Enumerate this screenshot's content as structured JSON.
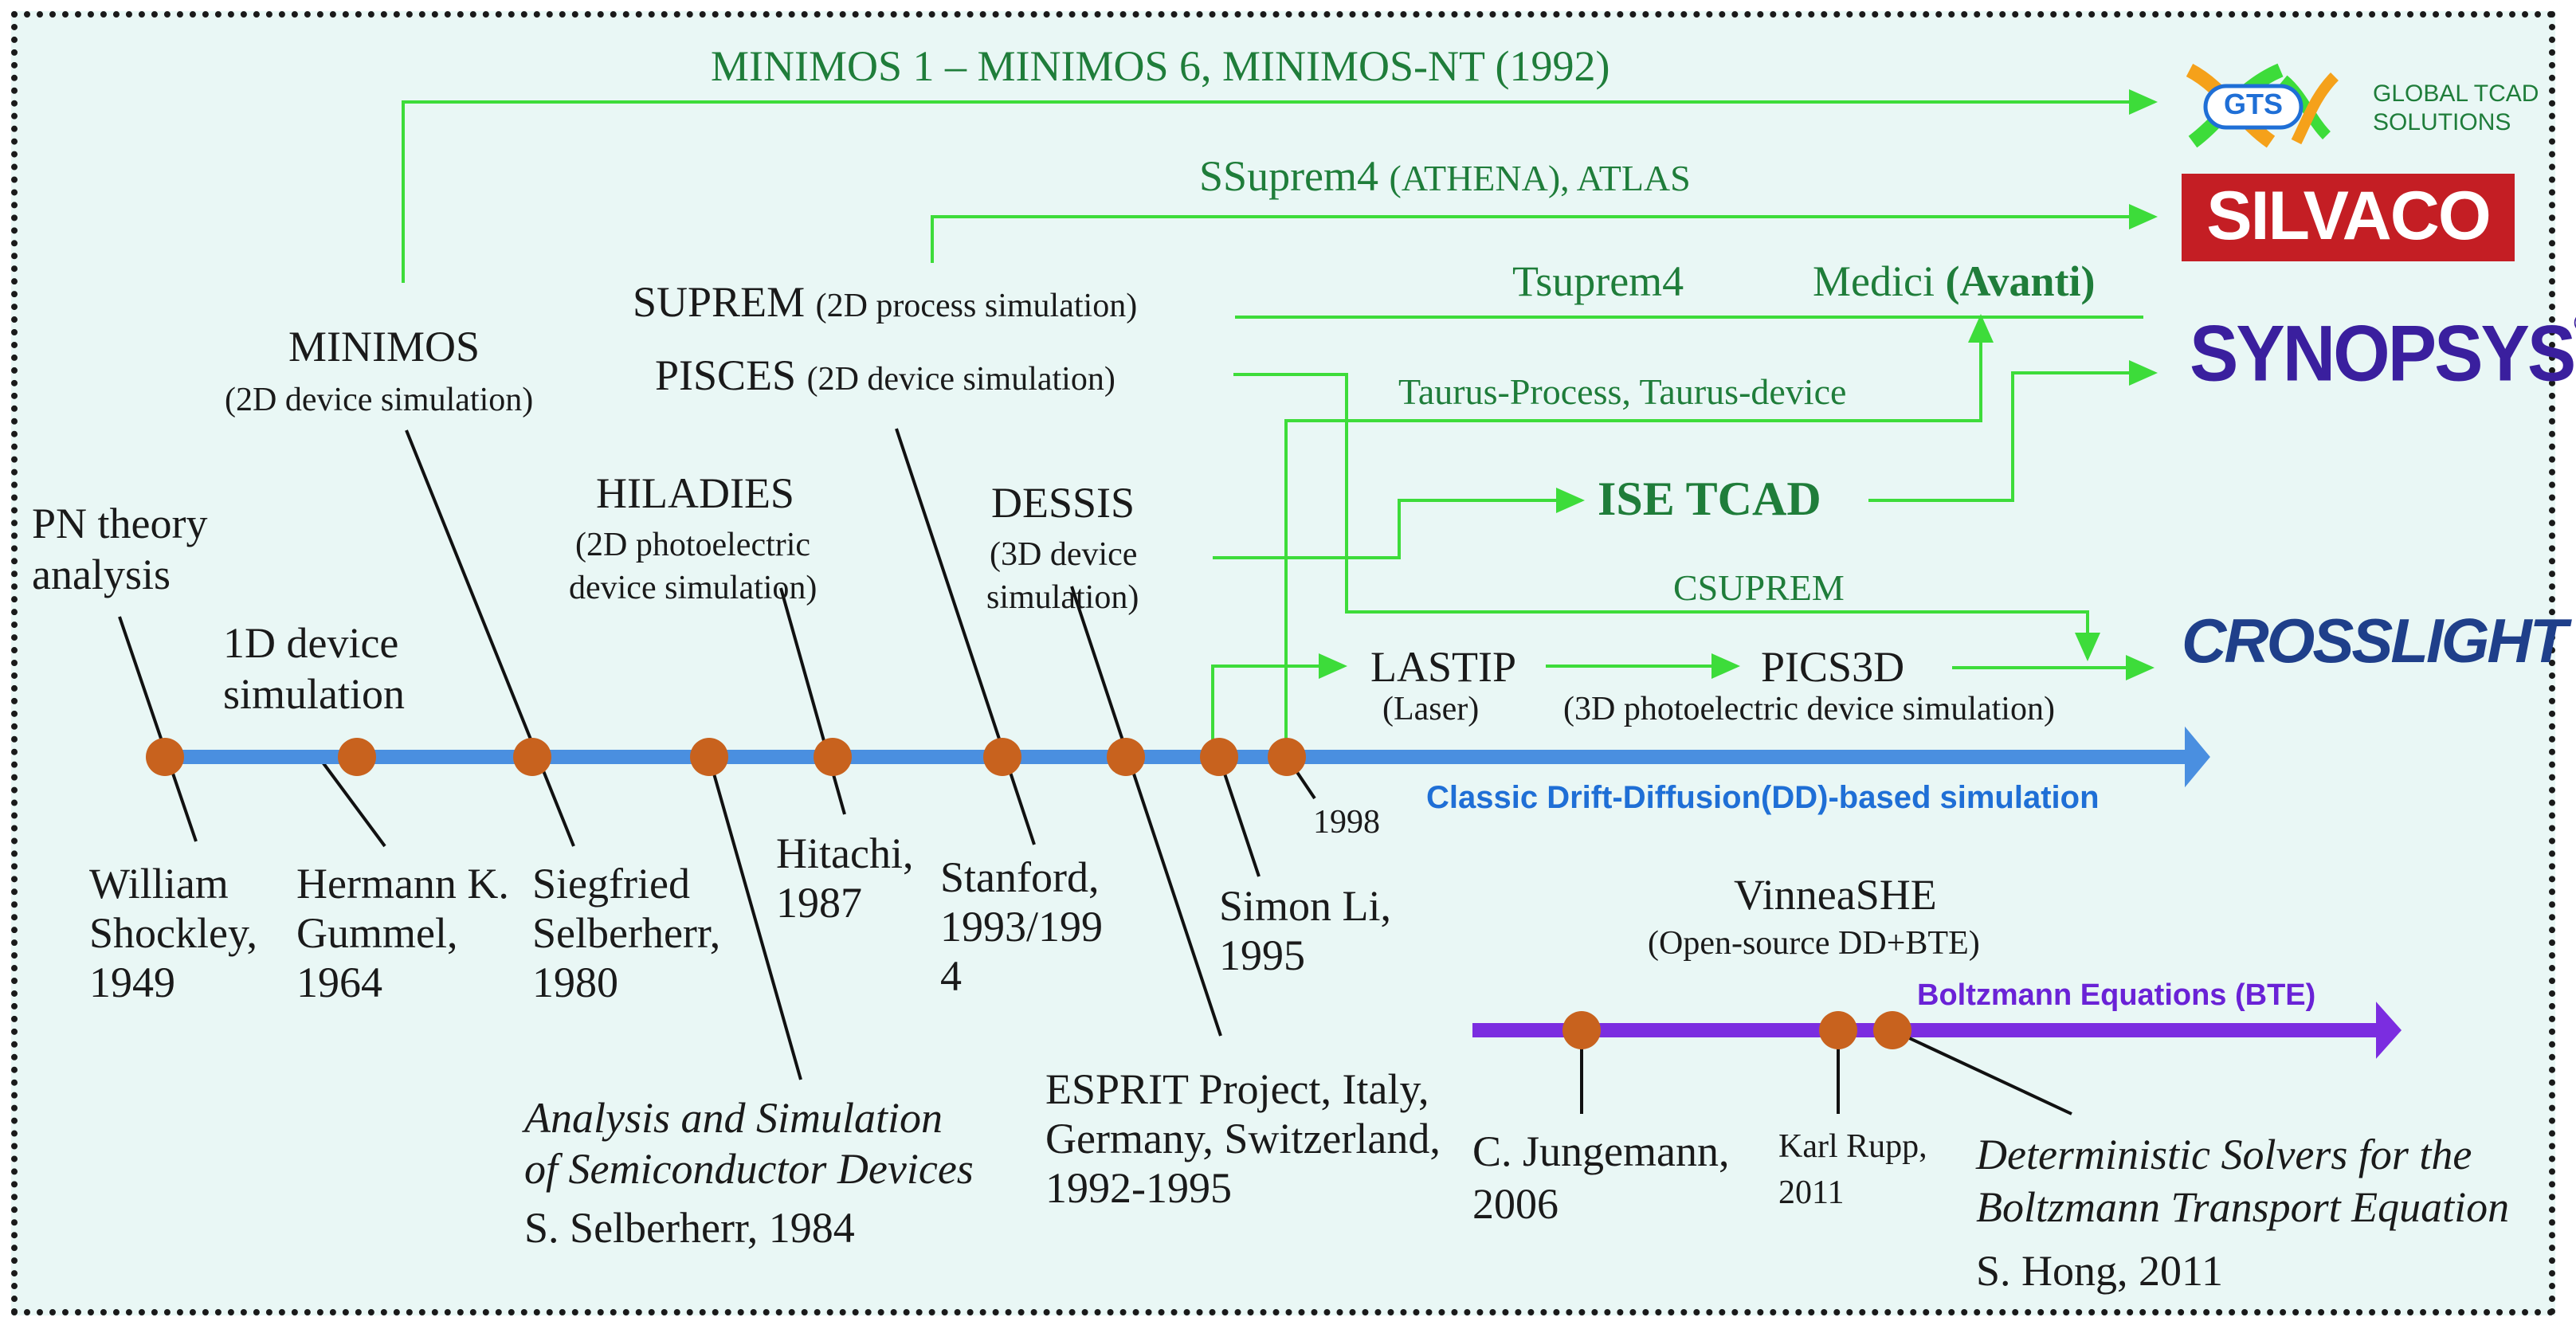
{
  "top_lines": {
    "minimos_line": "MINIMOS 1 – MINIMOS 6, MINIMOS-NT (1992)",
    "ssuprem_main": "SSuprem4",
    "ssuprem_paren": "(ATHENA), ATLAS",
    "tsuprem": "Tsuprem4",
    "medici": "Medici",
    "avanti": "(Avanti)",
    "taurus": "Taurus-Process, Taurus-device",
    "ise": "ISE TCAD",
    "csuprem": "CSUPREM"
  },
  "tools": {
    "minimos_title": "MINIMOS",
    "minimos_sub": "(2D device simulation)",
    "suprem_title": "SUPREM",
    "suprem_sub": "(2D process simulation)",
    "pisces_title": "PISCES",
    "pisces_sub": "(2D device simulation)",
    "hiladies_title": "HILADIES",
    "hiladies_sub1": "(2D photoelectric",
    "hiladies_sub2": "device simulation)",
    "dessis_title": "DESSIS",
    "dessis_sub1": "(3D device",
    "dessis_sub2": "simulation)",
    "pn1": "PN theory",
    "pn2": "analysis",
    "oned1": "1D device",
    "oned2": "simulation",
    "lastip": "LASTIP",
    "lastip_sub": "(Laser)",
    "pics3d": "PICS3D",
    "pics3d_sub": "(3D photoelectric device simulation)"
  },
  "people": {
    "shockley": [
      "William",
      "Shockley,",
      "1949"
    ],
    "gummel": [
      "Hermann K.",
      "Gummel,",
      "1964"
    ],
    "selberherr": [
      "Siegfried",
      "Selberherr,",
      "1980"
    ],
    "hitachi": [
      "Hitachi,",
      "1987"
    ],
    "stanford": [
      "Stanford,",
      "1993/199",
      "4"
    ],
    "simonli": [
      "Simon Li,",
      "1995"
    ],
    "esprit": [
      "ESPRIT Project, Italy,",
      "Germany, Switzerland,",
      "1992-1995"
    ],
    "book1": "Analysis and Simulation",
    "book2": "of Semiconductor Devices",
    "book3": "S. Selberherr, 1984",
    "y1998": "1998"
  },
  "dd_axis_label": "Classic Drift-Diffusion(DD)-based simulation",
  "bte": {
    "axis_label": "Boltzmann Equations (BTE)",
    "vienna": "VinneaSHE",
    "vienna_sub": "(Open-source DD+BTE)",
    "jungemann": [
      "C. Jungemann,",
      "2006"
    ],
    "rupp": [
      "Karl Rupp,",
      "2011"
    ],
    "det1": "Deterministic Solvers for the",
    "det2": "Boltzmann Transport Equation",
    "hong": "S. Hong, 2011"
  },
  "logos": {
    "gts": "GTS",
    "gts_text1": "GLOBAL TCAD",
    "gts_text2": "SOLUTIONS",
    "silvaco": "SILVACO",
    "synopsys": "SYNOPSYS",
    "synopsys_reg": "®",
    "crosslight": "CROSSLIGHT"
  },
  "colors": {
    "green_line": "#3ddc3a",
    "blue_axis": "#4a8fe0",
    "purple_axis": "#7b2de0",
    "node": "#c8621e",
    "silvaco_bg": "#c41e24",
    "synopsys": "#3a1f9e",
    "crosslight": "#1f3f8a"
  }
}
